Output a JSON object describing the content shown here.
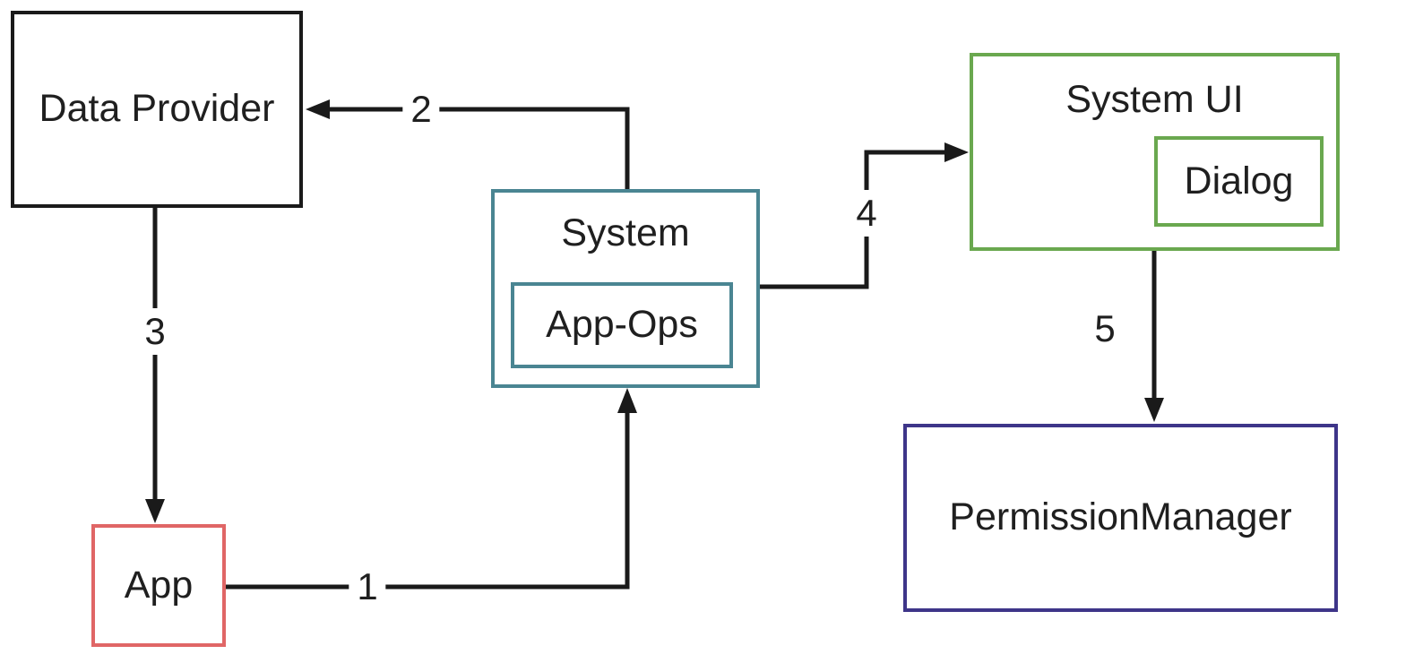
{
  "nodes": {
    "data_provider": {
      "label": "Data Provider",
      "border_color": "#1a1a1a"
    },
    "system": {
      "label": "System",
      "border_color": "#4a8592"
    },
    "app_ops": {
      "label": "App-Ops",
      "border_color": "#4a8592"
    },
    "system_ui": {
      "label": "System UI",
      "border_color": "#6aa84f"
    },
    "dialog": {
      "label": "Dialog",
      "border_color": "#6aa84f"
    },
    "permission_manager": {
      "label": "PermissionManager",
      "border_color": "#3e3589"
    },
    "app": {
      "label": "App",
      "border_color": "#e06666"
    }
  },
  "edges": {
    "e1": {
      "label": "1",
      "from": "App",
      "to": "System"
    },
    "e2": {
      "label": "2",
      "from": "System",
      "to": "Data Provider"
    },
    "e3": {
      "label": "3",
      "from": "Data Provider",
      "to": "App"
    },
    "e4": {
      "label": "4",
      "from": "System",
      "to": "System UI"
    },
    "e5": {
      "label": "5",
      "from": "System UI",
      "to": "PermissionManager"
    }
  },
  "colors": {
    "arrow": "#1a1a1a",
    "text": "#1f1f1f",
    "background": "#ffffff",
    "teal": "#4a8592",
    "green": "#6aa84f",
    "red": "#e06666",
    "purple": "#3e3589",
    "black": "#1a1a1a"
  }
}
